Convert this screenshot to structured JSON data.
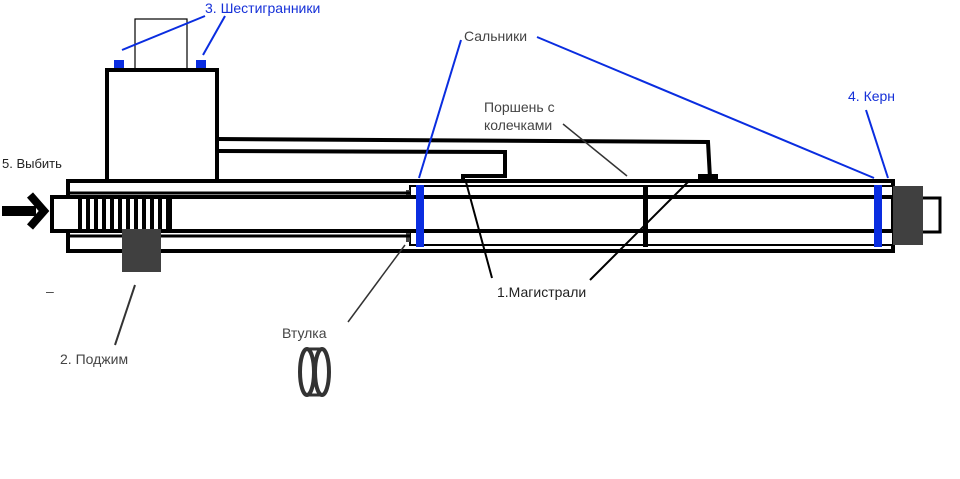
{
  "labels": {
    "hex": "3. Шестигранники",
    "seals": "Сальники",
    "piston": "Поршень с\nколечками",
    "piston_line1": "Поршень с",
    "piston_line2": "колечками",
    "core": "4. Керн",
    "knock_out": "5. Выбить",
    "lines": "1.Магистрали",
    "clamp": "2. Поджим",
    "bushing": "Втулка",
    "dash": "–"
  },
  "colors": {
    "outline": "#000000",
    "accent_blue": "#0a2de0",
    "dark_block": "#404040",
    "leader_gray": "#333333"
  }
}
